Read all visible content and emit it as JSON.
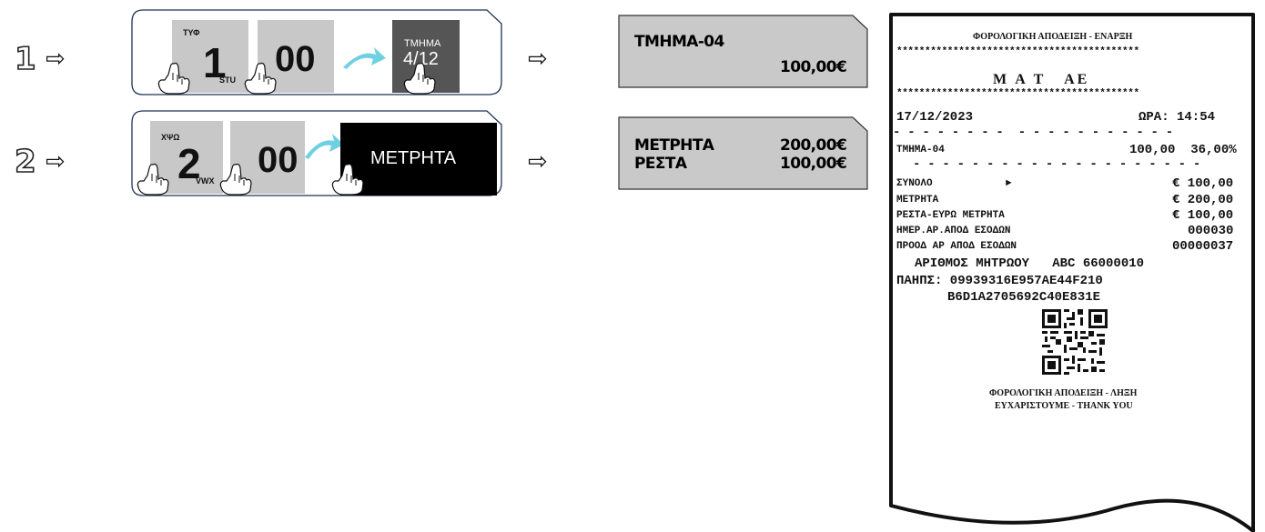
{
  "steps": [
    {
      "number": "1",
      "keys": [
        {
          "top": "ΤΥΦ",
          "main": "1",
          "bottom": "STU"
        },
        {
          "main": "00"
        }
      ],
      "target_key": {
        "top": "ΤΜΗΜΑ",
        "main": "4/12"
      },
      "display": {
        "line1_left": "ΤΜΗΜΑ-04",
        "line2_right": "100,00€"
      }
    },
    {
      "number": "2",
      "keys": [
        {
          "top": "ΧΨΩ",
          "main": "2",
          "bottom": "VWX"
        },
        {
          "main": "00"
        }
      ],
      "target_key": {
        "main": "ΜΕΤΡΗΤΑ"
      },
      "display": {
        "row1_left": "ΜΕΤΡΗΤΑ",
        "row1_right": "200,00€",
        "row2_left": "ΡΕΣΤΑ",
        "row2_right": "100,00€"
      }
    }
  ],
  "arrow_symbol": "⇨",
  "receipt": {
    "header": "ΦΟΡΟΛΟΓΙΚΗ ΑΠΟΔΕΙΞΗ - ΕΝΑΡΞΗ",
    "stars": "*******************************************",
    "company": "Μ Α Τ   ΑΕ",
    "date": "17/12/2023",
    "time": "ΩΡΑ: 14:54",
    "dashes": "- - - - - - - -  - - - - - - - - - - -",
    "dept_name": "ΤΜΗΜΑ-04",
    "dept_values": "100,00  36,00%",
    "dashes2": "- - - - - - - - - - - - - - - - - - - -",
    "total_label": "ΣΥΝΟΛΟ",
    "total_marker": "►",
    "total_value": "€ 100,00",
    "cash_label": "ΜΕΤΡΗΤΑ",
    "cash_value": "€ 200,00",
    "change_label": "ΡΕΣΤΑ-ΕΥΡΩ ΜΕΤΡΗΤΑ",
    "change_value": "€ 100,00",
    "daily_label": "ΗΜΕΡ.ΑΡ.ΑΠΟΔ ΕΣΟΔΩΝ",
    "daily_value": "000030",
    "prog_label": "ΠΡΟΟΔ ΑΡ ΑΠΟΔ ΕΣΟΔΩΝ",
    "prog_value": "00000037",
    "register": "ΑΡΙΘΜΟΣ ΜΗΤΡΩΟΥ   ABC 66000010",
    "sig1": "ΠΑΗΠΣ: 09939316E957AE44F210",
    "sig2": "B6D1A2705692C40E831E",
    "footer1": "ΦΟΡΟΛΟΓΙΚΗ ΑΠΟΔΕΙΞΗ - ΛΗΞΗ",
    "footer2": "ΕΥΧΑΡΙΣΤΟΥΜΕ - THANK YOU"
  }
}
